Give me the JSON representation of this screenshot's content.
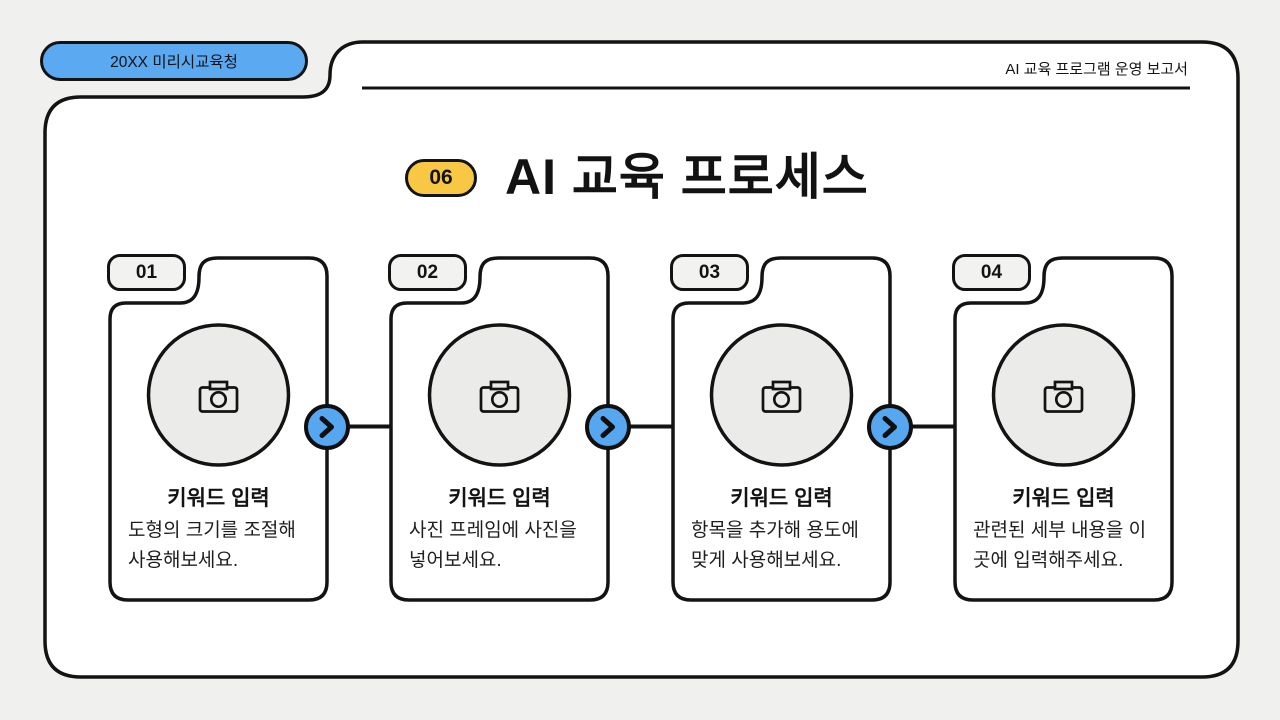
{
  "slide": {
    "badge": "20XX 미리시교육청",
    "header": "AI 교육 프로그램 운영 보고서",
    "section": {
      "number": "06",
      "title": "AI 교육 프로세스"
    },
    "steps": [
      {
        "number": "01",
        "title": "키워드 입력",
        "desc_line1": "도형의 크기를 조절해",
        "desc_line2": "사용해보세요.",
        "icon": "camera-icon"
      },
      {
        "number": "02",
        "title": "키워드 입력",
        "desc_line1": "사진 프레임에 사진을",
        "desc_line2": "넣어보세요.",
        "icon": "camera-icon"
      },
      {
        "number": "03",
        "title": "키워드 입력",
        "desc_line1": "항목을 추가해 용도에",
        "desc_line2": "맞게 사용해보세요.",
        "icon": "camera-icon"
      },
      {
        "number": "04",
        "title": "키워드 입력",
        "desc_line1": "관련된 세부 내용을 이",
        "desc_line2": "곳에 입력해주세요.",
        "icon": "camera-icon"
      }
    ],
    "connector_icon": "chevron-right-icon",
    "colors": {
      "background": "#f0f0ee",
      "panel": "#ffffff",
      "ink": "#131313",
      "accent_blue": "#5ba9f1",
      "arrow_blue": "#57a7f0",
      "accent_yellow": "#f8c845",
      "tab_fill": "#f2f2f0",
      "circle_fill": "#ebebe9"
    }
  }
}
